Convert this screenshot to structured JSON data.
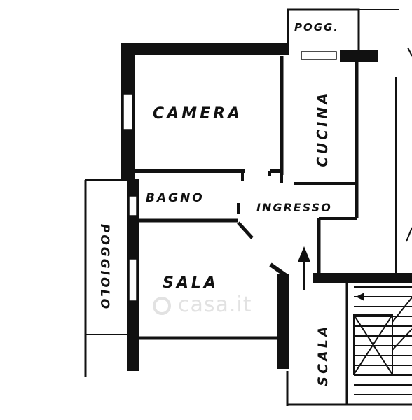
{
  "rooms": {
    "pogg": "POGG.",
    "camera": "CAMERA",
    "cucina": "CUCINA",
    "bagno": "BAGNO",
    "ingresso": "INGRESSO",
    "sala": "SALA",
    "poggiolo": "POGGIOLO",
    "scala": "SCALA"
  },
  "watermark": {
    "text": "casa.it"
  },
  "colors": {
    "ink": "#111111",
    "paper": "#ffffff",
    "watermark": "#e2e2e2"
  }
}
